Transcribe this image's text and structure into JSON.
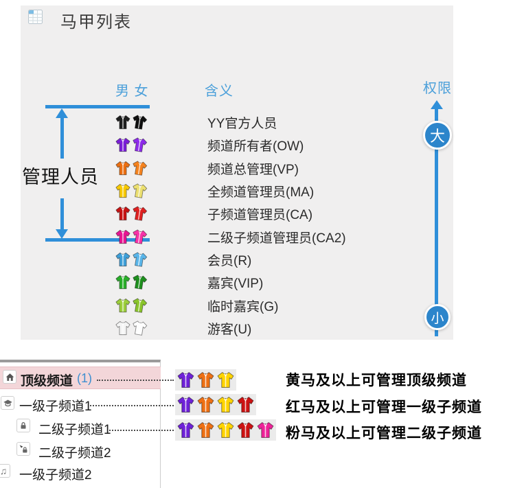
{
  "header": {
    "title": "马甲列表"
  },
  "table": {
    "col_gender": "男 女",
    "col_meaning": "含义",
    "col_permission": "权限",
    "bracket_label": "管理人员",
    "perm_big": "大",
    "perm_small": "小",
    "roles": [
      {
        "name": "YY官方人员",
        "male": "#1e1e1e",
        "female": "#0f0f0f"
      },
      {
        "name": "频道所有者(OW)",
        "male": "#7b1fd8",
        "female": "#8d2bea"
      },
      {
        "name": "频道总管理(VP)",
        "male": "#eb6f12",
        "female": "#f5831f"
      },
      {
        "name": "全频道管理员(MA)",
        "male": "#f8c900",
        "female": "#ece071"
      },
      {
        "name": "子频道管理员(CA)",
        "male": "#c71414",
        "female": "#de2121"
      },
      {
        "name": "二级子频道管理员(CA2)",
        "male": "#e71692",
        "female": "#f733a7"
      },
      {
        "name": "会员(R)",
        "male": "#3f9fd8",
        "female": "#5ab5e9"
      },
      {
        "name": "嘉宾(VIP)",
        "male": "#29ae29",
        "female": "#1e8f1e"
      },
      {
        "name": "临时嘉宾(G)",
        "male": "#9cce3b",
        "female": "#8ac42b"
      },
      {
        "name": "游客(U)",
        "male": "#f4f4f4",
        "female": "#fdfdfd"
      }
    ]
  },
  "tree": {
    "items": [
      {
        "label": "顶级频道",
        "count": "(1)",
        "icon": "home-icon",
        "selected": true
      },
      {
        "label": "一级子频道1",
        "icon": "channel-cap-icon"
      },
      {
        "label": "二级子频道1",
        "icon": "lock-icon"
      },
      {
        "label": "二级子频道2",
        "icon": "lock-arrow-icon"
      },
      {
        "label": "一级子频道2",
        "icon": "music-note-icon"
      }
    ]
  },
  "annotations": [
    {
      "shirt_colors": [
        "#6e21d8",
        "#ee7013",
        "#ffd400"
      ],
      "text": "黄马及以上可管理顶级频道"
    },
    {
      "shirt_colors": [
        "#6e21d8",
        "#ee7013",
        "#ffd400",
        "#cc1212"
      ],
      "text": "红马及以上可管理一级子频道"
    },
    {
      "shirt_colors": [
        "#6e21d8",
        "#ee7013",
        "#ffd400",
        "#cc1212",
        "#ee2399"
      ],
      "text": "粉马及以上可管理二级子频道"
    }
  ],
  "colors": {
    "panel_bg": "#f0efef",
    "header_blue": "#4ca0da",
    "line_blue": "#2f8fd9",
    "badge_blue": "#2c85cb",
    "tree_selected_bg": "#f3d6d9",
    "count_blue": "#3f8fd0"
  }
}
